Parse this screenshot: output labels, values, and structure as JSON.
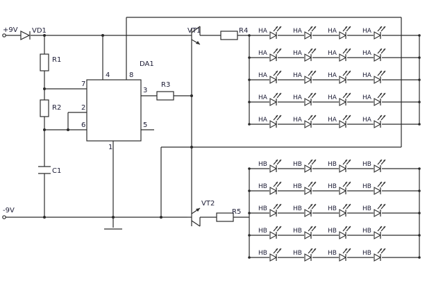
{
  "supply": {
    "positive": "+9V",
    "negative": "-9V"
  },
  "components": {
    "diode": "VD1",
    "r1": "R1",
    "r2": "R2",
    "r3": "R3",
    "r4": "R4",
    "r5": "R5",
    "capacitor": "C1",
    "ic": "DA1",
    "transistor_top": "VT1",
    "transistor_bottom": "VT2"
  },
  "ic_pins": {
    "p1": "1",
    "p2": "2",
    "p3": "3",
    "p4": "4",
    "p5": "5",
    "p6": "6",
    "p7": "7",
    "p8": "8"
  },
  "led_groups": [
    {
      "label": "HA",
      "rows": 5,
      "cols": 4
    },
    {
      "label": "HB",
      "rows": 5,
      "cols": 4
    }
  ]
}
